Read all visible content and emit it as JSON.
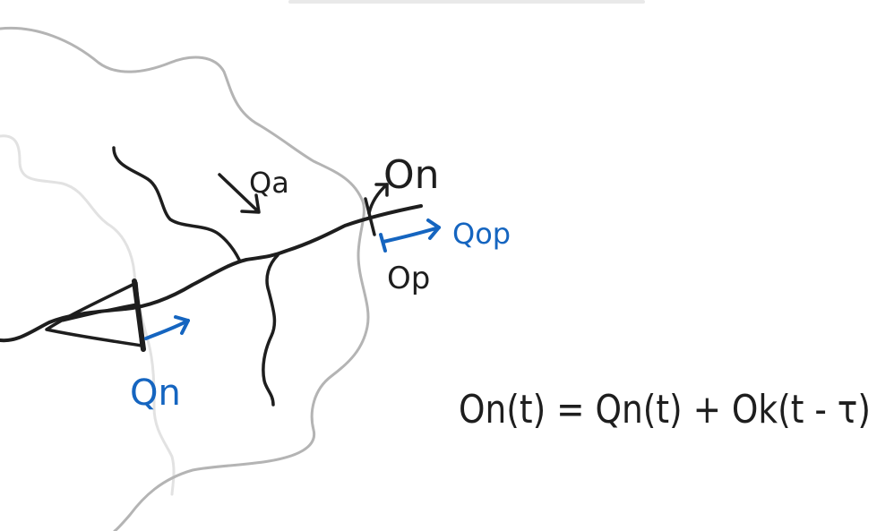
{
  "labels": {
    "outflow_node": "On",
    "lateral_inflow": "Qa",
    "outlet_point": "Op",
    "outlet_flow": "Qop",
    "upstream_flow": "Qn",
    "equation": "On(t) = Qn(t) + Ok(t - τ)"
  },
  "colors": {
    "ink": "#1e1e1e",
    "accent": "#1565c0",
    "boundary": "#b4b4b4",
    "boundary_light": "#e2e2e2",
    "toolbar": "#e9e9e9"
  }
}
